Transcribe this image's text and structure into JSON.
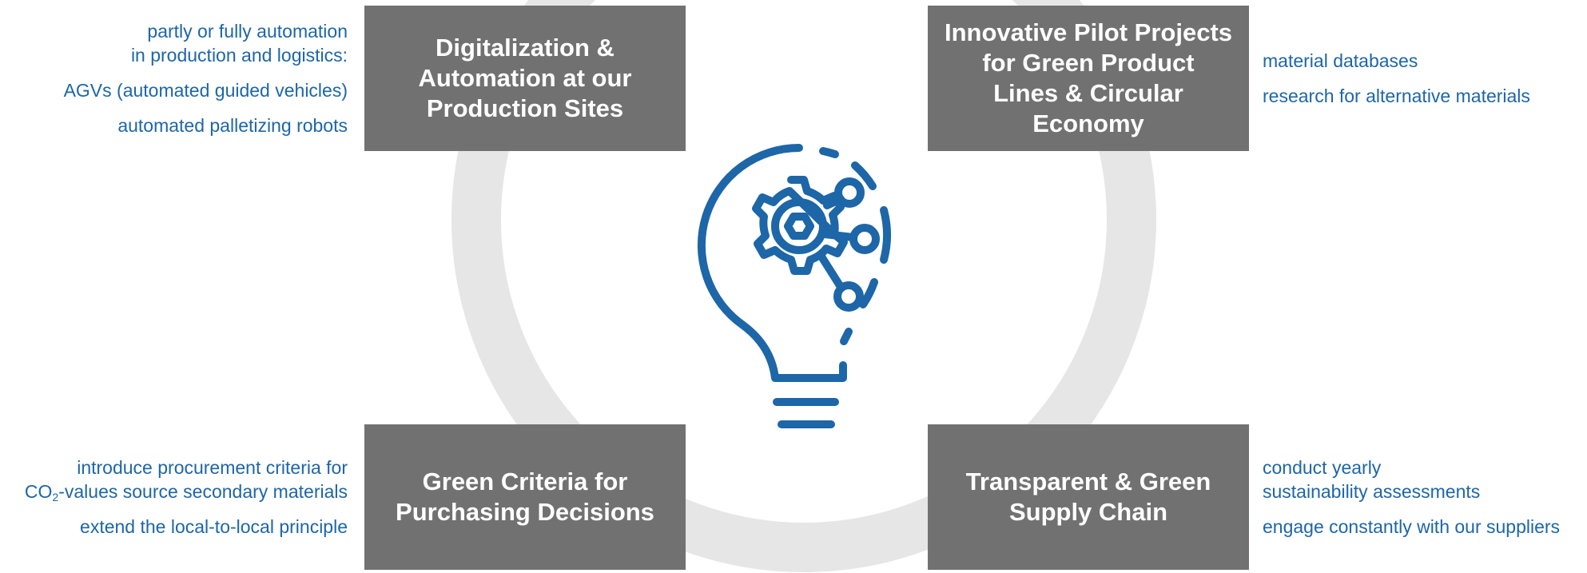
{
  "boxes": {
    "top_left": [
      "Digitalization &",
      "Automation at our",
      "Production Sites"
    ],
    "top_right": [
      "Innovative Pilot Projects",
      "for Green Product",
      "Lines & Circular",
      "Economy"
    ],
    "bottom_left": [
      "Green Criteria for",
      "Purchasing Decisions"
    ],
    "bottom_right": [
      "Transparent & Green",
      "Supply Chain"
    ]
  },
  "notes": {
    "top_left": {
      "item1": [
        "partly or fully automation",
        "in production and logistics:"
      ],
      "item2": "AGVs (automated guided vehicles)",
      "item3": "automated palletizing robots"
    },
    "top_right": {
      "item1": "material databases",
      "item2": "research for alternative materials"
    },
    "bottom_left": {
      "item1": "introduce procurement criteria for",
      "item2_pre": "CO",
      "item2_sub": "2",
      "item2_post": "-values source secondary materials",
      "item3": "extend the local-to-local principle"
    },
    "bottom_right": {
      "item1": [
        "conduct yearly",
        "sustainability assessments"
      ],
      "item2": "engage constantly with our suppliers"
    }
  },
  "icons": {
    "center": "lightbulb-gear-icon"
  },
  "colors": {
    "box": "#717171",
    "accent": "#1d66a8",
    "ring": "#e6e6e6"
  }
}
